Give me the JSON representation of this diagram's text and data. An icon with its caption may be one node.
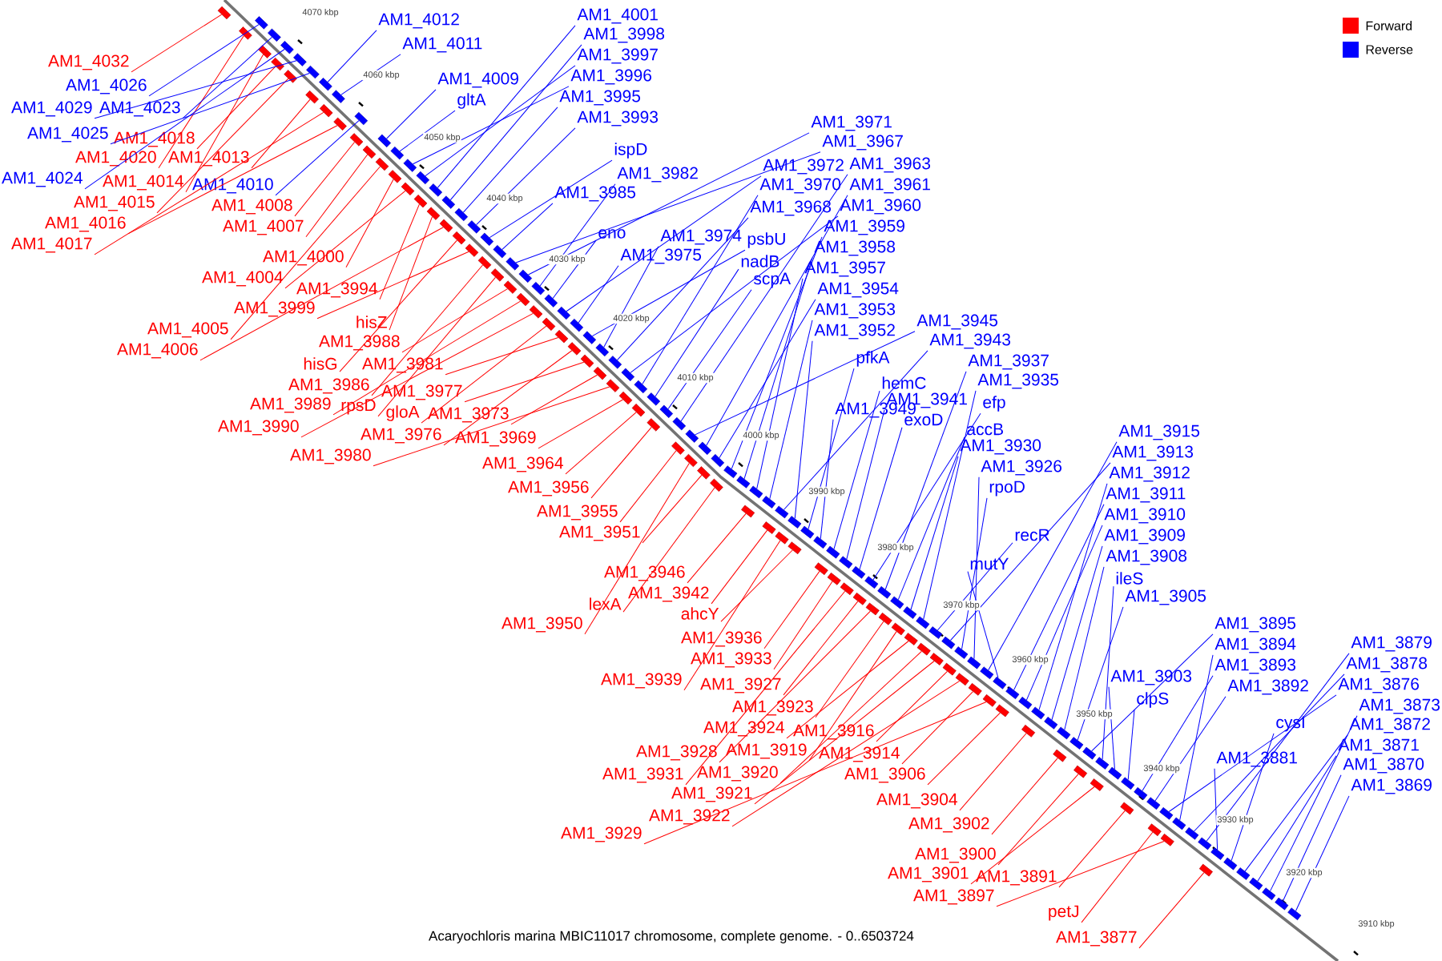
{
  "diagram": {
    "caption": "Acaryochloris marina MBIC11017 chromosome, complete genome. - 0..6503724",
    "nodes": [
      {
        "text": [
          "AM1_4032"
        ]
      },
      {
        "text": [
          "AM1_4018"
        ]
      },
      {
        "text": [
          "AM1_4020"
        ]
      },
      {
        "text": [
          "AM1_4013"
        ]
      },
      {
        "text": [
          "AM1_4014"
        ]
      },
      {
        "text": [
          "AM1_4015"
        ]
      },
      {
        "text": [
          "AM1_4008"
        ]
      },
      {
        "text": [
          "AM1_4016"
        ]
      },
      {
        "text": [
          "AM1_4007"
        ]
      },
      {
        "text": [
          "AM1_4017"
        ]
      },
      {
        "text": [
          "AM1_4000"
        ]
      },
      {
        "text": [
          "AM1_4004"
        ]
      },
      {
        "text": [
          "AM1_3994"
        ]
      },
      {
        "text": [
          "AM1_3999"
        ]
      },
      {
        "text": [
          "hisZ"
        ]
      },
      {
        "text": [
          "AM1_4005"
        ]
      },
      {
        "text": [
          "AM1_3988"
        ]
      },
      {
        "text": [
          "AM1_4006"
        ]
      },
      {
        "text": [
          "hisG"
        ]
      },
      {
        "text": [
          "AM1_3981"
        ]
      },
      {
        "text": [
          "AM1_3986"
        ]
      },
      {
        "text": [
          "AM1_3977"
        ]
      },
      {
        "text": [
          "AM1_3989"
        ]
      },
      {
        "text": [
          "rpsD"
        ]
      },
      {
        "text": [
          "gloA"
        ]
      },
      {
        "text": [
          "AM1_3973"
        ]
      },
      {
        "text": [
          "AM1_3990"
        ]
      },
      {
        "text": [
          "AM1_3976"
        ]
      },
      {
        "text": [
          "AM1_3969"
        ]
      },
      {
        "text": [
          "AM1_3980"
        ]
      },
      {
        "text": [
          "AM1_3964"
        ]
      },
      {
        "text": [
          "AM1_3956"
        ]
      },
      {
        "text": [
          "AM1_3955"
        ]
      },
      {
        "text": [
          "AM1_3951"
        ]
      },
      {
        "text": [
          "AM1_3946"
        ]
      },
      {
        "text": [
          "AM1_3942"
        ]
      },
      {
        "text": [
          "lexA"
        ]
      },
      {
        "text": [
          "ahcY"
        ]
      },
      {
        "text": [
          "AM1_3950"
        ]
      },
      {
        "text": [
          "AM1_3936"
        ]
      },
      {
        "text": [
          "AM1_3933"
        ]
      },
      {
        "text": [
          "AM1_3939"
        ]
      },
      {
        "text": [
          "AM1_3927"
        ]
      },
      {
        "text": [
          "AM1_3923"
        ]
      },
      {
        "text": [
          "AM1_3924"
        ]
      },
      {
        "text": [
          "AM1_3916"
        ]
      },
      {
        "text": [
          "AM1_3928"
        ]
      },
      {
        "text": [
          "AM1_3919"
        ]
      },
      {
        "text": [
          "AM1_3914"
        ]
      },
      {
        "text": [
          "AM1_3931"
        ]
      },
      {
        "text": [
          "AM1_3920"
        ]
      },
      {
        "text": [
          "AM1_3906"
        ]
      },
      {
        "text": [
          "AM1_3921"
        ]
      },
      {
        "text": [
          "AM1_3904"
        ]
      },
      {
        "text": [
          "AM1_3922"
        ]
      },
      {
        "text": [
          "AM1_3902"
        ]
      },
      {
        "text": [
          "AM1_3929"
        ]
      },
      {
        "text": [
          "AM1_3900"
        ]
      },
      {
        "text": [
          "AM1_3901"
        ]
      },
      {
        "text": [
          "AM1_3891"
        ]
      },
      {
        "text": [
          "AM1_3897"
        ]
      },
      {
        "text": [
          "petJ"
        ]
      },
      {
        "text": [
          "AM1_3877"
        ]
      },
      {
        "text": [
          "AM1_4012"
        ]
      },
      {
        "text": [
          "AM1_4011"
        ]
      },
      {
        "text": [
          "AM1_4001"
        ]
      },
      {
        "text": [
          "AM1_3998"
        ]
      },
      {
        "text": [
          "AM1_3997"
        ]
      },
      {
        "text": [
          "AM1_3996"
        ]
      },
      {
        "text": [
          "AM1_4009"
        ]
      },
      {
        "text": [
          "AM1_4026"
        ]
      },
      {
        "text": [
          "AM1_3995"
        ]
      },
      {
        "text": [
          "gltA"
        ]
      },
      {
        "text": [
          "AM1_4029"
        ]
      },
      {
        "text": [
          "AM1_4023"
        ]
      },
      {
        "text": [
          "AM1_3993"
        ]
      },
      {
        "text": [
          "AM1_3971"
        ]
      },
      {
        "text": [
          "AM1_4025"
        ]
      },
      {
        "text": [
          "AM1_3967"
        ]
      },
      {
        "text": [
          "ispD"
        ]
      },
      {
        "text": [
          "AM1_3972"
        ]
      },
      {
        "text": [
          "AM1_3963"
        ]
      },
      {
        "text": [
          "AM1_3982"
        ]
      },
      {
        "text": [
          "AM1_4024"
        ]
      },
      {
        "text": [
          "AM1_4010"
        ]
      },
      {
        "text": [
          "AM1_3970"
        ]
      },
      {
        "text": [
          "AM1_3961"
        ]
      },
      {
        "text": [
          "AM1_3985"
        ]
      },
      {
        "text": [
          "AM1_3968"
        ]
      },
      {
        "text": [
          "AM1_3960"
        ]
      },
      {
        "text": [
          "AM1_3959"
        ]
      },
      {
        "text": [
          "eno"
        ]
      },
      {
        "text": [
          "AM1_3974"
        ]
      },
      {
        "text": [
          "psbU"
        ]
      },
      {
        "text": [
          "AM1_3958"
        ]
      },
      {
        "text": [
          "AM1_3975"
        ]
      },
      {
        "text": [
          "nadB"
        ]
      },
      {
        "text": [
          "AM1_3957"
        ]
      },
      {
        "text": [
          "scpA"
        ]
      },
      {
        "text": [
          "AM1_3954"
        ]
      },
      {
        "text": [
          "AM1_3953"
        ]
      },
      {
        "text": [
          "AM1_3945"
        ]
      },
      {
        "text": [
          "AM1_3952"
        ]
      },
      {
        "text": [
          "AM1_3943"
        ]
      },
      {
        "text": [
          "pfkA"
        ]
      },
      {
        "text": [
          "AM1_3937"
        ]
      },
      {
        "text": [
          "AM1_3935"
        ]
      },
      {
        "text": [
          "hemC"
        ]
      },
      {
        "text": [
          "AM1_3941"
        ]
      },
      {
        "text": [
          "efp"
        ]
      },
      {
        "text": [
          "AM1_3949"
        ]
      },
      {
        "text": [
          "exoD"
        ]
      },
      {
        "text": [
          "accB"
        ]
      },
      {
        "text": [
          "AM1_3915"
        ]
      },
      {
        "text": [
          "AM1_3930"
        ]
      },
      {
        "text": [
          "AM1_3913"
        ]
      },
      {
        "text": [
          "AM1_3926"
        ]
      },
      {
        "text": [
          "AM1_3912"
        ]
      },
      {
        "text": [
          "rpoD"
        ]
      },
      {
        "text": [
          "AM1_3911"
        ]
      },
      {
        "text": [
          "AM1_3910"
        ]
      },
      {
        "text": [
          "recR"
        ]
      },
      {
        "text": [
          "AM1_3909"
        ]
      },
      {
        "text": [
          "AM1_3908"
        ]
      },
      {
        "text": [
          "mutY"
        ]
      },
      {
        "text": [
          "ileS"
        ]
      },
      {
        "text": [
          "AM1_3905"
        ]
      },
      {
        "text": [
          "AM1_3895"
        ]
      },
      {
        "text": [
          "AM1_3879"
        ]
      },
      {
        "text": [
          "AM1_3894"
        ]
      },
      {
        "text": [
          "AM1_3878"
        ]
      },
      {
        "text": [
          "AM1_3893"
        ]
      },
      {
        "text": [
          "AM1_3903"
        ]
      },
      {
        "text": [
          "AM1_3876"
        ]
      },
      {
        "text": [
          "AM1_3892"
        ]
      },
      {
        "text": [
          "clpS"
        ]
      },
      {
        "text": [
          "AM1_3873"
        ]
      },
      {
        "text": [
          "cysI"
        ]
      },
      {
        "text": [
          "AM1_3872"
        ]
      },
      {
        "text": [
          "AM1_3871"
        ]
      },
      {
        "text": [
          "AM1_3881"
        ]
      },
      {
        "text": [
          "AM1_3870"
        ]
      },
      {
        "text": [
          "AM1_3869"
        ]
      },
      {
        "text": [],
        "shape": "box"
      },
      {
        "text": [],
        "shape": "box"
      },
      {
        "text": [],
        "shape": "box"
      },
      {
        "text": [],
        "shape": "box"
      },
      {
        "text": [],
        "shape": "box"
      },
      {
        "text": [],
        "shape": "box"
      },
      {
        "text": [],
        "shape": "box"
      },
      {
        "text": [],
        "shape": "box"
      },
      {
        "text": [],
        "shape": "box"
      },
      {
        "text": [],
        "shape": "box"
      },
      {
        "text": [],
        "shape": "box"
      },
      {
        "text": [],
        "shape": "box"
      },
      {
        "text": [],
        "shape": "box"
      },
      {
        "text": [],
        "shape": "box"
      },
      {
        "text": [],
        "shape": "box"
      },
      {
        "text": [],
        "shape": "box"
      },
      {
        "text": [],
        "shape": "box"
      },
      {
        "text": [],
        "shape": "box"
      },
      {
        "text": [],
        "shape": "box"
      },
      {
        "text": [],
        "shape": "box"
      },
      {
        "text": [],
        "shape": "box"
      },
      {
        "text": [],
        "shape": "box"
      },
      {
        "text": [],
        "shape": "box"
      },
      {
        "text": [],
        "shape": "box"
      },
      {
        "text": [],
        "shape": "box"
      },
      {
        "text": [],
        "shape": "box"
      },
      {
        "text": [],
        "shape": "box"
      },
      {
        "text": [],
        "shape": "box"
      },
      {
        "text": [],
        "shape": "box"
      },
      {
        "text": [],
        "shape": "box"
      },
      {
        "text": [],
        "shape": "box"
      },
      {
        "text": [],
        "shape": "box"
      },
      {
        "text": [],
        "shape": "box"
      },
      {
        "text": [],
        "shape": "box"
      },
      {
        "text": [],
        "shape": "box"
      },
      {
        "text": [],
        "shape": "box"
      },
      {
        "text": [],
        "shape": "box"
      },
      {
        "text": [],
        "shape": "box"
      },
      {
        "text": [],
        "shape": "box"
      },
      {
        "text": [],
        "shape": "box"
      },
      {
        "text": [],
        "shape": "box"
      },
      {
        "text": [],
        "shape": "box"
      },
      {
        "text": [],
        "shape": "box"
      },
      {
        "text": [],
        "shape": "box"
      },
      {
        "text": [],
        "shape": "box"
      },
      {
        "text": [],
        "shape": "box"
      },
      {
        "text": [],
        "shape": "box"
      },
      {
        "text": [],
        "shape": "box"
      },
      {
        "text": [],
        "shape": "box"
      },
      {
        "text": [],
        "shape": "box"
      },
      {
        "text": [],
        "shape": "box"
      },
      {
        "text": [],
        "shape": "box"
      },
      {
        "text": [],
        "shape": "box"
      },
      {
        "text": [],
        "shape": "box"
      },
      {
        "text": [],
        "shape": "box"
      },
      {
        "text": [],
        "shape": "box"
      },
      {
        "text": [],
        "shape": "box"
      },
      {
        "text": [],
        "shape": "box"
      },
      {
        "text": [],
        "shape": "box"
      },
      {
        "text": [],
        "shape": "box"
      },
      {
        "text": [],
        "shape": "box"
      },
      {
        "text": [],
        "shape": "box"
      },
      {
        "text": [],
        "shape": "box"
      },
      {
        "text": [],
        "shape": "box"
      },
      {
        "text": [],
        "shape": "box"
      },
      {
        "text": [],
        "shape": "box"
      },
      {
        "text": [],
        "shape": "box"
      },
      {
        "text": [],
        "shape": "box"
      },
      {
        "text": [],
        "shape": "box"
      },
      {
        "text": [],
        "shape": "box"
      },
      {
        "text": [],
        "shape": "box"
      },
      {
        "text": [],
        "shape": "box"
      },
      {
        "text": [],
        "shape": "box"
      },
      {
        "text": [],
        "shape": "box"
      },
      {
        "text": [],
        "shape": "box"
      },
      {
        "text": [],
        "shape": "box"
      },
      {
        "text": [],
        "shape": "box"
      },
      {
        "text": [],
        "shape": "box"
      },
      {
        "text": [],
        "shape": "box"
      },
      {
        "text": [],
        "shape": "box"
      },
      {
        "text": [],
        "shape": "box"
      },
      {
        "text": [],
        "shape": "box"
      },
      {
        "text": [],
        "shape": "box"
      },
      {
        "text": [],
        "shape": "box"
      },
      {
        "text": [],
        "shape": "box"
      },
      {
        "text": [],
        "shape": "box"
      },
      {
        "text": [],
        "shape": "box"
      },
      {
        "text": [],
        "shape": "box"
      },
      {
        "text": [],
        "shape": "box"
      },
      {
        "text": [],
        "shape": "box"
      },
      {
        "text": [],
        "shape": "box"
      },
      {
        "text": [],
        "shape": "box"
      },
      {
        "text": [],
        "shape": "box"
      },
      {
        "text": [],
        "shape": "box"
      },
      {
        "text": [],
        "shape": "box"
      },
      {
        "text": [],
        "shape": "box"
      },
      {
        "text": [],
        "shape": "box"
      },
      {
        "text": [],
        "shape": "box"
      },
      {
        "text": [],
        "shape": "box"
      },
      {
        "text": [],
        "shape": "box"
      },
      {
        "text": [],
        "shape": "box"
      },
      {
        "text": [],
        "shape": "box"
      },
      {
        "text": [],
        "shape": "box"
      },
      {
        "text": [],
        "shape": "box"
      },
      {
        "text": [],
        "shape": "box"
      },
      {
        "text": [],
        "shape": "box"
      },
      {
        "text": [],
        "shape": "box"
      },
      {
        "text": [],
        "shape": "box"
      },
      {
        "text": [],
        "shape": "box"
      },
      {
        "text": [],
        "shape": "box"
      },
      {
        "text": [],
        "shape": "box"
      },
      {
        "text": [],
        "shape": "box"
      },
      {
        "text": [],
        "shape": "box"
      },
      {
        "text": [],
        "shape": "box"
      },
      {
        "text": [],
        "shape": "box"
      },
      {
        "text": [],
        "shape": "box"
      },
      {
        "text": [],
        "shape": "box"
      },
      {
        "text": [],
        "shape": "box"
      },
      {
        "text": [],
        "shape": "box"
      },
      {
        "text": [],
        "shape": "box"
      },
      {
        "text": [],
        "shape": "box"
      },
      {
        "text": [],
        "shape": "box"
      },
      {
        "text": [],
        "shape": "box"
      },
      {
        "text": [],
        "shape": "box"
      },
      {
        "text": [],
        "shape": "box"
      },
      {
        "text": [],
        "shape": "box"
      },
      {
        "text": [],
        "shape": "box"
      },
      {
        "text": [],
        "shape": "box"
      },
      {
        "text": [],
        "shape": "box"
      },
      {
        "text": [],
        "shape": "box"
      },
      {
        "text": [],
        "shape": "box"
      },
      {
        "text": [],
        "shape": "box"
      },
      {
        "text": [],
        "shape": "box"
      },
      {
        "text": [],
        "shape": "box"
      },
      {
        "text": [],
        "shape": "box"
      },
      {
        "text": [],
        "shape": "box"
      },
      {
        "text": [],
        "shape": "box"
      },
      {
        "text": [],
        "shape": "box"
      },
      {
        "text": [],
        "shape": "box"
      },
      {
        "text": [],
        "shape": "box"
      },
      {
        "text": [],
        "shape": "box"
      },
      {
        "text": [],
        "shape": "box"
      },
      {
        "text": [],
        "shape": "box"
      }
    ],
    "edges": [
      {
        "from": 0,
        "to": 143,
        "arrow": "none",
        "color": "#ff0000"
      },
      {
        "from": 1,
        "to": 144,
        "arrow": "none",
        "color": "#ff0000"
      },
      {
        "from": 2,
        "to": 145,
        "arrow": "none",
        "color": "#ff0000"
      },
      {
        "from": 3,
        "to": 146,
        "arrow": "none",
        "color": "#ff0000"
      },
      {
        "from": 4,
        "to": 147,
        "arrow": "none",
        "color": "#ff0000"
      },
      {
        "from": 5,
        "to": 148,
        "arrow": "none",
        "color": "#ff0000"
      },
      {
        "from": 6,
        "to": 149,
        "arrow": "none",
        "color": "#ff0000"
      },
      {
        "from": 7,
        "to": 150,
        "arrow": "none",
        "color": "#ff0000"
      },
      {
        "from": 8,
        "to": 151,
        "arrow": "none",
        "color": "#ff0000"
      },
      {
        "from": 9,
        "to": 152,
        "arrow": "none",
        "color": "#ff0000"
      },
      {
        "from": 10,
        "to": 153,
        "arrow": "none",
        "color": "#ff0000"
      },
      {
        "from": 11,
        "to": 154,
        "arrow": "none",
        "color": "#ff0000"
      },
      {
        "from": 12,
        "to": 155,
        "arrow": "none",
        "color": "#ff0000"
      },
      {
        "from": 13,
        "to": 156,
        "arrow": "none",
        "color": "#ff0000"
      },
      {
        "from": 14,
        "to": 157,
        "arrow": "none",
        "color": "#ff0000"
      },
      {
        "from": 15,
        "to": 158,
        "arrow": "none",
        "color": "#ff0000"
      },
      {
        "from": 16,
        "to": 159,
        "arrow": "none",
        "color": "#ff0000"
      },
      {
        "from": 17,
        "to": 160,
        "arrow": "none",
        "color": "#ff0000"
      },
      {
        "from": 18,
        "to": 161,
        "arrow": "none",
        "color": "#ff0000"
      },
      {
        "from": 19,
        "to": 162,
        "arrow": "none",
        "color": "#ff0000"
      },
      {
        "from": 20,
        "to": 163,
        "arrow": "none",
        "color": "#ff0000"
      },
      {
        "from": 21,
        "to": 164,
        "arrow": "none",
        "color": "#ff0000"
      },
      {
        "from": 22,
        "to": 165,
        "arrow": "none",
        "color": "#ff0000"
      },
      {
        "from": 23,
        "to": 166,
        "arrow": "none",
        "color": "#ff0000"
      },
      {
        "from": 24,
        "to": 167,
        "arrow": "none",
        "color": "#ff0000"
      },
      {
        "from": 25,
        "to": 168,
        "arrow": "none",
        "color": "#ff0000"
      },
      {
        "from": 26,
        "to": 169,
        "arrow": "none",
        "color": "#ff0000"
      },
      {
        "from": 27,
        "to": 170,
        "arrow": "none",
        "color": "#ff0000"
      },
      {
        "from": 28,
        "to": 171,
        "arrow": "none",
        "color": "#ff0000"
      },
      {
        "from": 29,
        "to": 172,
        "arrow": "none",
        "color": "#ff0000"
      },
      {
        "from": 30,
        "to": 173,
        "arrow": "none",
        "color": "#ff0000"
      },
      {
        "from": 31,
        "to": 174,
        "arrow": "none",
        "color": "#ff0000"
      },
      {
        "from": 32,
        "to": 175,
        "arrow": "none",
        "color": "#ff0000"
      },
      {
        "from": 33,
        "to": 176,
        "arrow": "none",
        "color": "#ff0000"
      },
      {
        "from": 34,
        "to": 177,
        "arrow": "none",
        "color": "#ff0000"
      },
      {
        "from": 35,
        "to": 178,
        "arrow": "none",
        "color": "#ff0000"
      },
      {
        "from": 36,
        "to": 179,
        "arrow": "none",
        "color": "#ff0000"
      },
      {
        "from": 37,
        "to": 180,
        "arrow": "none",
        "color": "#ff0000"
      },
      {
        "from": 38,
        "to": 181,
        "arrow": "none",
        "color": "#ff0000"
      },
      {
        "from": 39,
        "to": 182,
        "arrow": "none",
        "color": "#ff0000"
      },
      {
        "from": 40,
        "to": 183,
        "arrow": "none",
        "color": "#ff0000"
      },
      {
        "from": 41,
        "to": 184,
        "arrow": "none",
        "color": "#ff0000"
      },
      {
        "from": 42,
        "to": 185,
        "arrow": "none",
        "color": "#ff0000"
      },
      {
        "from": 43,
        "to": 186,
        "arrow": "none",
        "color": "#ff0000"
      },
      {
        "from": 44,
        "to": 187,
        "arrow": "none",
        "color": "#ff0000"
      },
      {
        "from": 45,
        "to": 188,
        "arrow": "none",
        "color": "#ff0000"
      },
      {
        "from": 46,
        "to": 189,
        "arrow": "none",
        "color": "#ff0000"
      },
      {
        "from": 47,
        "to": 190,
        "arrow": "none",
        "color": "#ff0000"
      },
      {
        "from": 48,
        "to": 191,
        "arrow": "none",
        "color": "#ff0000"
      },
      {
        "from": 49,
        "to": 192,
        "arrow": "none",
        "color": "#ff0000"
      },
      {
        "from": 50,
        "to": 193,
        "arrow": "none",
        "color": "#ff0000"
      },
      {
        "from": 51,
        "to": 194,
        "arrow": "none",
        "color": "#ff0000"
      },
      {
        "from": 52,
        "to": 195,
        "arrow": "none",
        "color": "#ff0000"
      },
      {
        "from": 53,
        "to": 196,
        "arrow": "none",
        "color": "#ff0000"
      },
      {
        "from": 54,
        "to": 197,
        "arrow": "none",
        "color": "#ff0000"
      },
      {
        "from": 55,
        "to": 198,
        "arrow": "none",
        "color": "#ff0000"
      },
      {
        "from": 56,
        "to": 199,
        "arrow": "none",
        "color": "#ff0000"
      },
      {
        "from": 57,
        "to": 200,
        "arrow": "none",
        "color": "#ff0000"
      },
      {
        "from": 58,
        "to": 201,
        "arrow": "none",
        "color": "#ff0000"
      },
      {
        "from": 59,
        "to": 202,
        "arrow": "none",
        "color": "#ff0000"
      },
      {
        "from": 60,
        "to": 203,
        "arrow": "none",
        "color": "#ff0000"
      },
      {
        "from": 61,
        "to": 204,
        "arrow": "none",
        "color": "#ff0000"
      },
      {
        "from": 62,
        "to": 205,
        "arrow": "none",
        "color": "#ff0000"
      },
      {
        "from": 63,
        "to": 206,
        "arrow": "none",
        "color": "#0000ff"
      },
      {
        "from": 64,
        "to": 207,
        "arrow": "none",
        "color": "#0000ff"
      },
      {
        "from": 65,
        "to": 208,
        "arrow": "none",
        "color": "#0000ff"
      },
      {
        "from": 66,
        "to": 209,
        "arrow": "none",
        "color": "#0000ff"
      },
      {
        "from": 67,
        "to": 210,
        "arrow": "none",
        "color": "#0000ff"
      },
      {
        "from": 68,
        "to": 211,
        "arrow": "none",
        "color": "#0000ff"
      },
      {
        "from": 69,
        "to": 212,
        "arrow": "none",
        "color": "#0000ff"
      },
      {
        "from": 70,
        "to": 213,
        "arrow": "none",
        "color": "#0000ff"
      },
      {
        "from": 71,
        "to": 214,
        "arrow": "none",
        "color": "#0000ff"
      },
      {
        "from": 72,
        "to": 215,
        "arrow": "none",
        "color": "#0000ff"
      },
      {
        "from": 73,
        "to": 216,
        "arrow": "none",
        "color": "#0000ff"
      },
      {
        "from": 74,
        "to": 217,
        "arrow": "none",
        "color": "#0000ff"
      },
      {
        "from": 75,
        "to": 218,
        "arrow": "none",
        "color": "#0000ff"
      },
      {
        "from": 76,
        "to": 219,
        "arrow": "none",
        "color": "#0000ff"
      },
      {
        "from": 77,
        "to": 220,
        "arrow": "none",
        "color": "#0000ff"
      },
      {
        "from": 78,
        "to": 221,
        "arrow": "none",
        "color": "#0000ff"
      },
      {
        "from": 79,
        "to": 222,
        "arrow": "none",
        "color": "#0000ff"
      },
      {
        "from": 80,
        "to": 223,
        "arrow": "none",
        "color": "#0000ff"
      },
      {
        "from": 81,
        "to": 224,
        "arrow": "none",
        "color": "#0000ff"
      },
      {
        "from": 82,
        "to": 225,
        "arrow": "none",
        "color": "#0000ff"
      },
      {
        "from": 83,
        "to": 226,
        "arrow": "none",
        "color": "#0000ff"
      },
      {
        "from": 84,
        "to": 227,
        "arrow": "none",
        "color": "#0000ff"
      },
      {
        "from": 85,
        "to": 228,
        "arrow": "none",
        "color": "#0000ff"
      },
      {
        "from": 86,
        "to": 229,
        "arrow": "none",
        "color": "#0000ff"
      },
      {
        "from": 87,
        "to": 230,
        "arrow": "none",
        "color": "#0000ff"
      },
      {
        "from": 88,
        "to": 231,
        "arrow": "none",
        "color": "#0000ff"
      },
      {
        "from": 89,
        "to": 232,
        "arrow": "none",
        "color": "#0000ff"
      },
      {
        "from": 90,
        "to": 233,
        "arrow": "none",
        "color": "#0000ff"
      },
      {
        "from": 91,
        "to": 234,
        "arrow": "none",
        "color": "#0000ff"
      },
      {
        "from": 92,
        "to": 235,
        "arrow": "none",
        "color": "#0000ff"
      },
      {
        "from": 93,
        "to": 236,
        "arrow": "none",
        "color": "#0000ff"
      },
      {
        "from": 94,
        "to": 237,
        "arrow": "none",
        "color": "#0000ff"
      },
      {
        "from": 95,
        "to": 238,
        "arrow": "none",
        "color": "#0000ff"
      },
      {
        "from": 96,
        "to": 239,
        "arrow": "none",
        "color": "#0000ff"
      },
      {
        "from": 97,
        "to": 240,
        "arrow": "none",
        "color": "#0000ff"
      },
      {
        "from": 98,
        "to": 241,
        "arrow": "none",
        "color": "#0000ff"
      },
      {
        "from": 99,
        "to": 242,
        "arrow": "none",
        "color": "#0000ff"
      },
      {
        "from": 100,
        "to": 243,
        "arrow": "none",
        "color": "#0000ff"
      },
      {
        "from": 101,
        "to": 244,
        "arrow": "none",
        "color": "#0000ff"
      },
      {
        "from": 102,
        "to": 245,
        "arrow": "none",
        "color": "#0000ff"
      },
      {
        "from": 103,
        "to": 246,
        "arrow": "none",
        "color": "#0000ff"
      },
      {
        "from": 104,
        "to": 247,
        "arrow": "none",
        "color": "#0000ff"
      },
      {
        "from": 105,
        "to": 248,
        "arrow": "none",
        "color": "#0000ff"
      },
      {
        "from": 106,
        "to": 249,
        "arrow": "none",
        "color": "#0000ff"
      },
      {
        "from": 107,
        "to": 250,
        "arrow": "none",
        "color": "#0000ff"
      },
      {
        "from": 108,
        "to": 251,
        "arrow": "none",
        "color": "#0000ff"
      },
      {
        "from": 109,
        "to": 252,
        "arrow": "none",
        "color": "#0000ff"
      },
      {
        "from": 110,
        "to": 253,
        "arrow": "none",
        "color": "#0000ff"
      },
      {
        "from": 111,
        "to": 254,
        "arrow": "none",
        "color": "#0000ff"
      },
      {
        "from": 112,
        "to": 255,
        "arrow": "none",
        "color": "#0000ff"
      },
      {
        "from": 113,
        "to": 256,
        "arrow": "none",
        "color": "#0000ff"
      },
      {
        "from": 114,
        "to": 257,
        "arrow": "none",
        "color": "#0000ff"
      },
      {
        "from": 115,
        "to": 258,
        "arrow": "none",
        "color": "#0000ff"
      },
      {
        "from": 116,
        "to": 259,
        "arrow": "none",
        "color": "#0000ff"
      },
      {
        "from": 117,
        "to": 260,
        "arrow": "none",
        "color": "#0000ff"
      },
      {
        "from": 118,
        "to": 261,
        "arrow": "none",
        "color": "#0000ff"
      },
      {
        "from": 119,
        "to": 262,
        "arrow": "none",
        "color": "#0000ff"
      },
      {
        "from": 120,
        "to": 263,
        "arrow": "none",
        "color": "#0000ff"
      },
      {
        "from": 121,
        "to": 264,
        "arrow": "none",
        "color": "#0000ff"
      },
      {
        "from": 122,
        "to": 265,
        "arrow": "none",
        "color": "#0000ff"
      },
      {
        "from": 123,
        "to": 266,
        "arrow": "none",
        "color": "#0000ff"
      },
      {
        "from": 124,
        "to": 267,
        "arrow": "none",
        "color": "#0000ff"
      },
      {
        "from": 125,
        "to": 268,
        "arrow": "none",
        "color": "#0000ff"
      },
      {
        "from": 126,
        "to": 269,
        "arrow": "none",
        "color": "#0000ff"
      },
      {
        "from": 127,
        "to": 270,
        "arrow": "none",
        "color": "#0000ff"
      },
      {
        "from": 128,
        "to": 271,
        "arrow": "none",
        "color": "#0000ff"
      },
      {
        "from": 129,
        "to": 272,
        "arrow": "none",
        "color": "#0000ff"
      },
      {
        "from": 130,
        "to": 273,
        "arrow": "none",
        "color": "#0000ff"
      },
      {
        "from": 131,
        "to": 274,
        "arrow": "none",
        "color": "#0000ff"
      },
      {
        "from": 132,
        "to": 275,
        "arrow": "none",
        "color": "#0000ff"
      },
      {
        "from": 133,
        "to": 276,
        "arrow": "none",
        "color": "#0000ff"
      },
      {
        "from": 134,
        "to": 277,
        "arrow": "none",
        "color": "#0000ff"
      },
      {
        "from": 135,
        "to": 278,
        "arrow": "none",
        "color": "#0000ff"
      },
      {
        "from": 136,
        "to": 279,
        "arrow": "none",
        "color": "#0000ff"
      },
      {
        "from": 137,
        "to": 280,
        "arrow": "none",
        "color": "#0000ff"
      },
      {
        "from": 138,
        "to": 281,
        "arrow": "none",
        "color": "#0000ff"
      },
      {
        "from": 139,
        "to": 282,
        "arrow": "none",
        "color": "#0000ff"
      },
      {
        "from": 140,
        "to": 283,
        "arrow": "none",
        "color": "#0000ff"
      },
      {
        "from": 141,
        "to": 284,
        "arrow": "none",
        "color": "#0000ff"
      },
      {
        "from": 142,
        "to": 285,
        "arrow": "none",
        "color": "#0000ff"
      }
    ],
    "labels": [
      "4070 kbp",
      "4060 kbp",
      "4050 kbp",
      "4040 kbp",
      "4030 kbp",
      "4020 kbp",
      "4010 kbp",
      "4000 kbp",
      "3990 kbp",
      "3980 kbp",
      "3970 kbp",
      "3960 kbp",
      "3950 kbp",
      "3940 kbp",
      "3930 kbp",
      "3920 kbp",
      "3910 kbp"
    ],
    "legend": [
      {
        "text": "Forward",
        "color": "#ff0000"
      },
      {
        "text": "Reverse",
        "color": "#0000ff"
      }
    ]
  }
}
